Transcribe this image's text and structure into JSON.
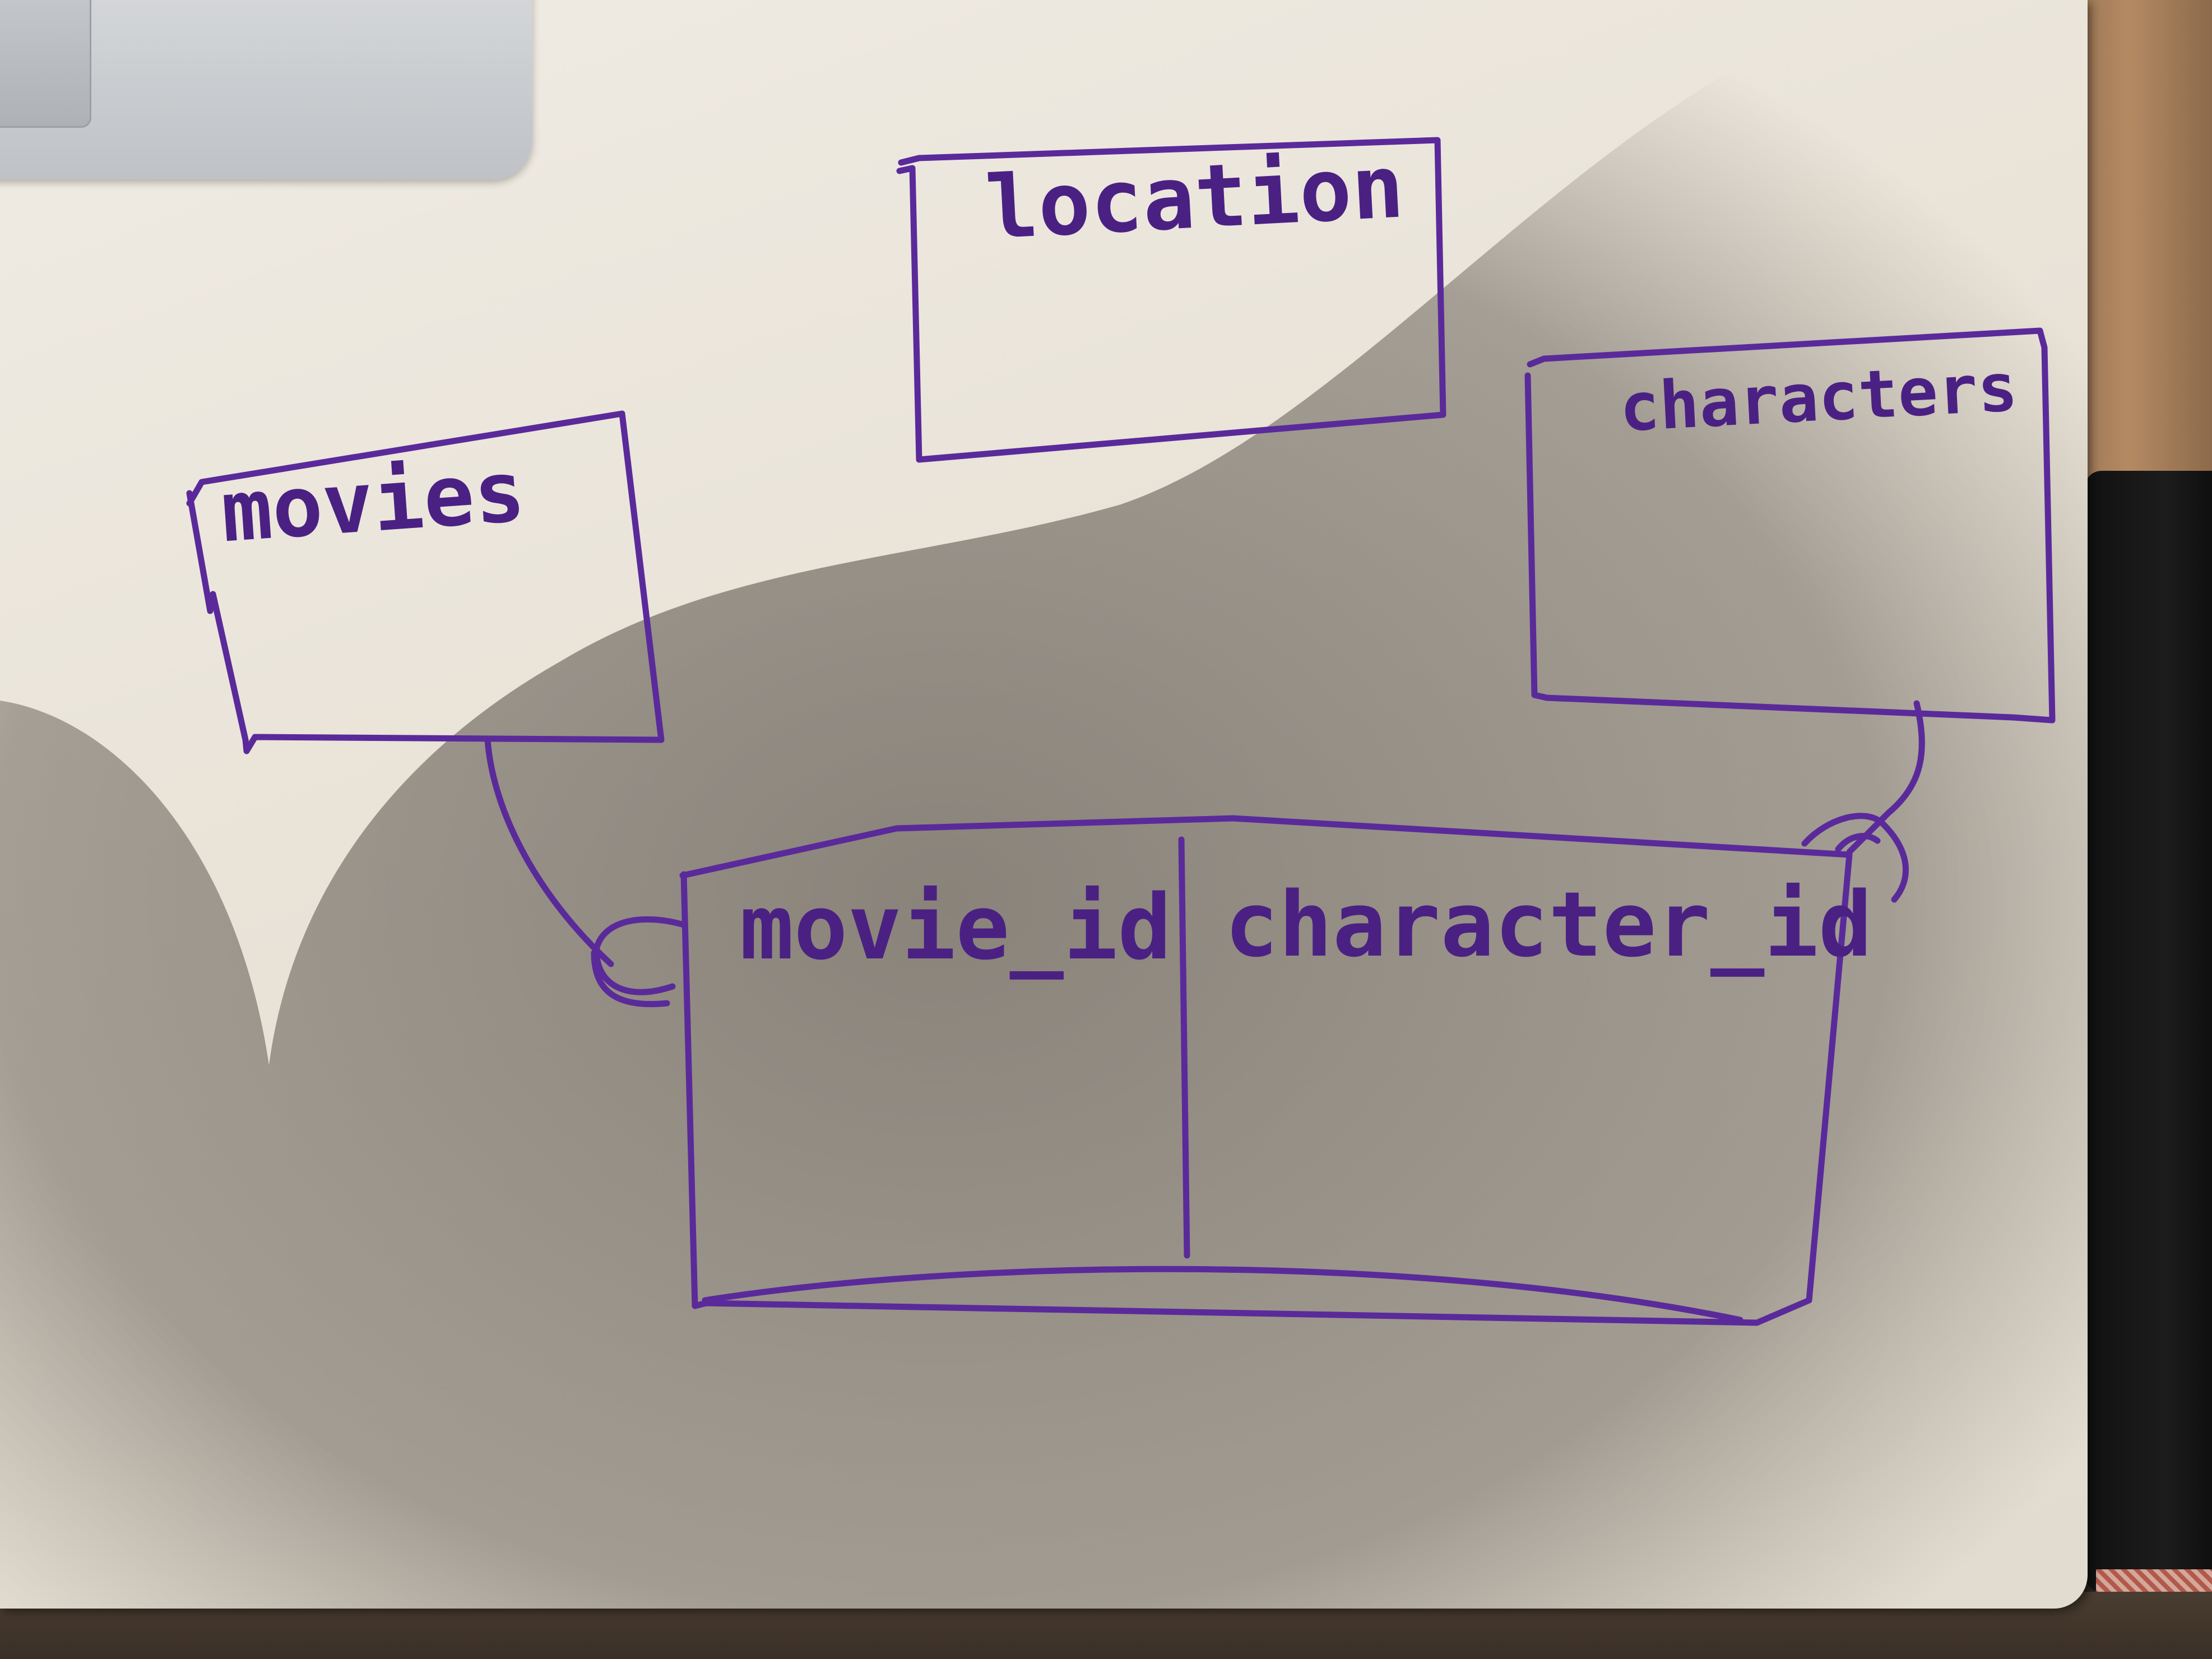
{
  "diagram": {
    "marker_color": "#5a2a9a",
    "entities": {
      "location": {
        "title": "location"
      },
      "movies": {
        "title": "movies"
      },
      "characters": {
        "title": "characters"
      }
    },
    "join_table": {
      "column_1": "movie_id",
      "column_2": "character_id"
    },
    "relationships": [
      {
        "from": "movies",
        "to": "join_table",
        "end_notation": "crows-foot"
      },
      {
        "from": "characters",
        "to": "join_table",
        "end_notation": "crows-foot"
      }
    ]
  }
}
